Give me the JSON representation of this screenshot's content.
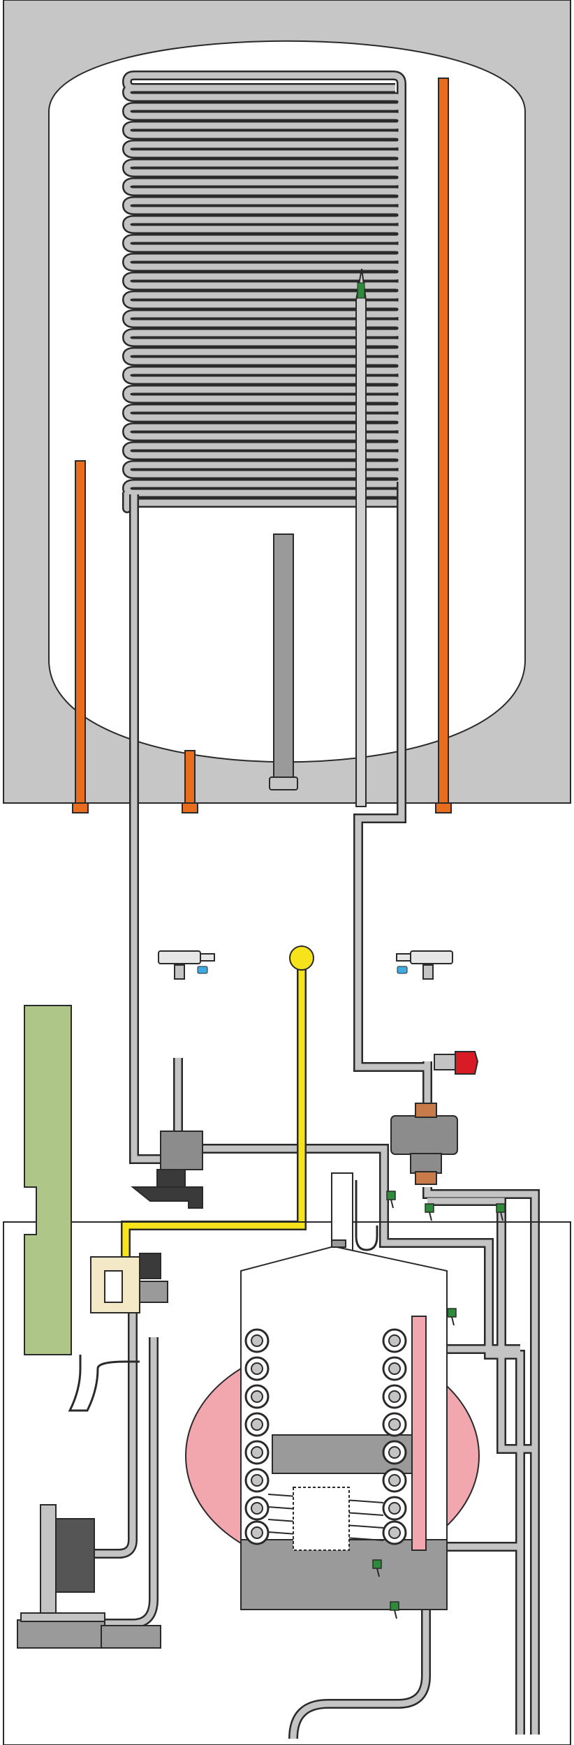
{
  "diagram": {
    "kind": "boiler-and-hot-water-cylinder-schematic",
    "labels": [],
    "colors": {
      "cylinder_casing": "#c6c6c6",
      "water": "#ffffff",
      "pipe": "#c4c4c4",
      "pipe_outline": "#2a2a2a",
      "anode": "#e96d1f",
      "gas_line": "#f7e31b",
      "control_panel": "#aec687",
      "burner_glow": "#f2a6ae",
      "heat_exchanger_block": "#9a9a9a",
      "expansion_relief": "#d81b24",
      "sensor": "#2e8b3a",
      "cold_tap_marker": "#3fa9e0",
      "pump_body": "#555555"
    },
    "components": [
      "cylinder",
      "heating-coil",
      "immersion-rod",
      "sacrificial-anode",
      "temperature-probe",
      "isolation-valve",
      "pressure-relief-valve",
      "three-way-valve",
      "gas-supply",
      "gas-valve",
      "control-panel",
      "burner",
      "heat-exchanger",
      "condensate-trap",
      "fan",
      "flue"
    ]
  }
}
